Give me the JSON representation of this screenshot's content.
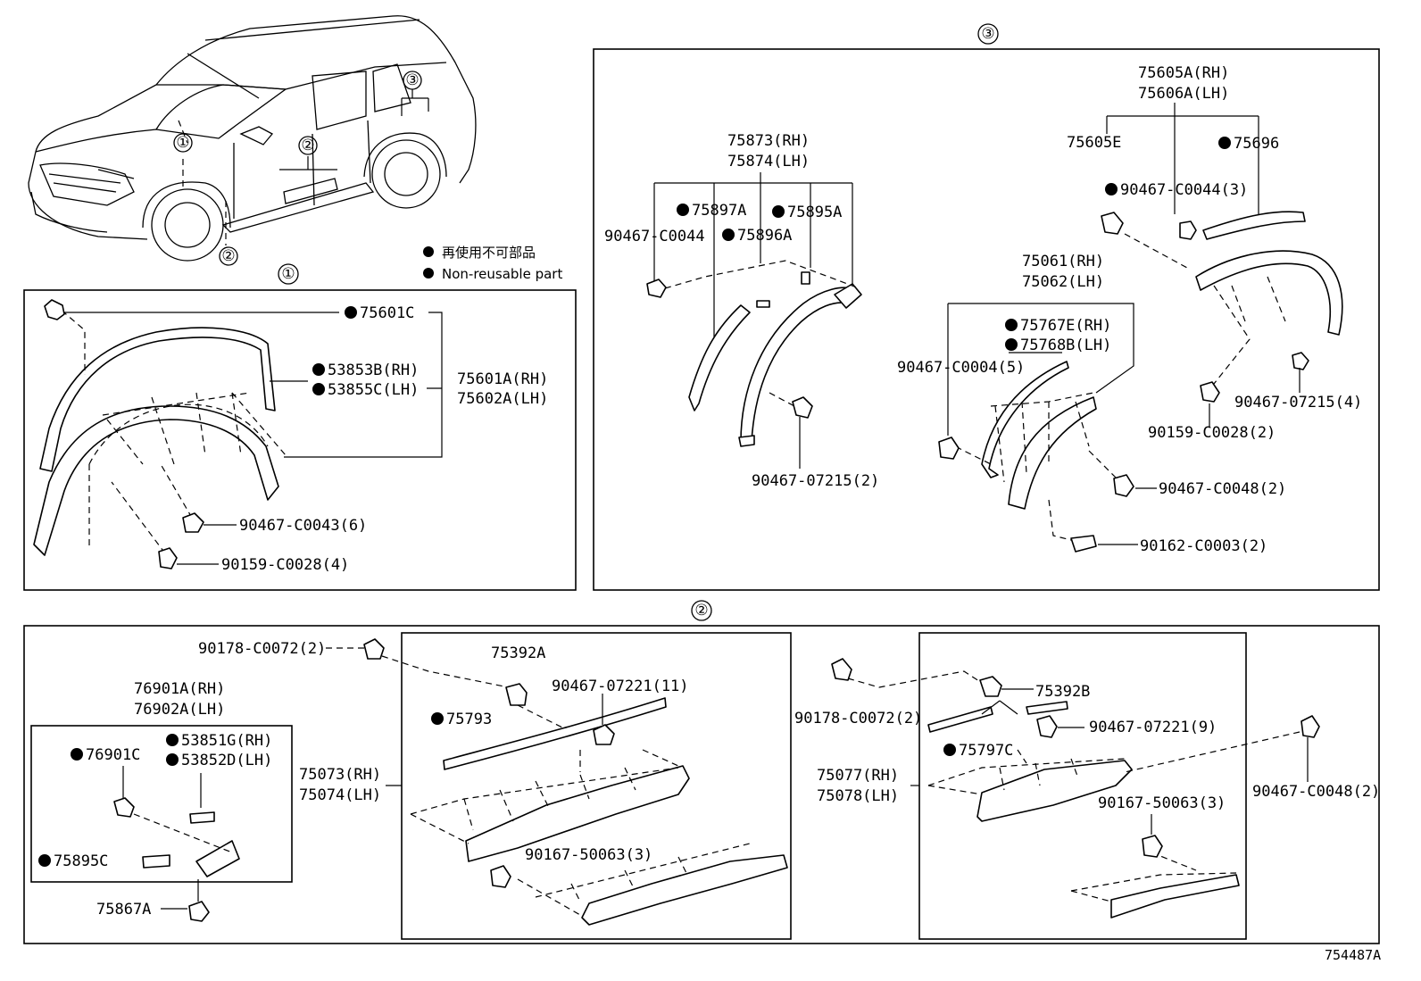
{
  "legend": {
    "jp": "再使用不可部品",
    "en": "Non-reusable part"
  },
  "sections": {
    "s1": "①",
    "s2": "②",
    "s3": "③"
  },
  "car_callouts": {
    "c1": "①",
    "c2a": "②",
    "c2b": "②",
    "c3": "③"
  },
  "section1": {
    "p75601C": "75601C",
    "p53853B": "53853B(RH)",
    "p53855C": "53855C(LH)",
    "p75601A": "75601A(RH)",
    "p75602A": "75602A(LH)",
    "p90467_C0043": "90467-C0043(6)",
    "p90159_C0028": "90159-C0028(4)"
  },
  "section3": {
    "p75873": "75873(RH)",
    "p75874": "75874(LH)",
    "p75897A": "75897A",
    "p75895A": "75895A",
    "p90467_C0044a": "90467-C0044",
    "p75896A": "75896A",
    "p90467_07215a": "90467-07215(2)",
    "p75605A": "75605A(RH)",
    "p75606A": "75606A(LH)",
    "p75605E": "75605E",
    "p75696": "75696",
    "p90467_C0044b": "90467-C0044(3)",
    "p75061": "75061(RH)",
    "p75062": "75062(LH)",
    "p75767E": "75767E(RH)",
    "p75768B": "75768B(LH)",
    "p90467_C0004": "90467-C0004(5)",
    "p90467_07215b": "90467-07215(4)",
    "p90159_C0028b": "90159-C0028(2)",
    "p90467_C0048a": "90467-C0048(2)",
    "p90162_C0003": "90162-C0003(2)"
  },
  "section2": {
    "p90178_C0072a": "90178-C0072(2)",
    "p75392A": "75392A",
    "p90467_07221a": "90467-07221(11)",
    "p75793": "75793",
    "p76901A": "76901A(RH)",
    "p76902A": "76902A(LH)",
    "p53851G": "53851G(RH)",
    "p53852D": "53852D(LH)",
    "p76901C": "76901C",
    "p75895C": "75895C",
    "p75867A": "75867A",
    "p75073": "75073(RH)",
    "p75074": "75074(LH)",
    "p90167_50063a": "90167-50063(3)",
    "p90178_C0072b": "90178-C0072(2)",
    "p75392B": "75392B",
    "p90467_07221b": "90467-07221(9)",
    "p75797C": "75797C",
    "p75077": "75077(RH)",
    "p75078": "75078(LH)",
    "p90167_50063b": "90167-50063(3)",
    "p90467_C0048b": "90467-C0048(2)"
  },
  "figure_ref": "754487A"
}
